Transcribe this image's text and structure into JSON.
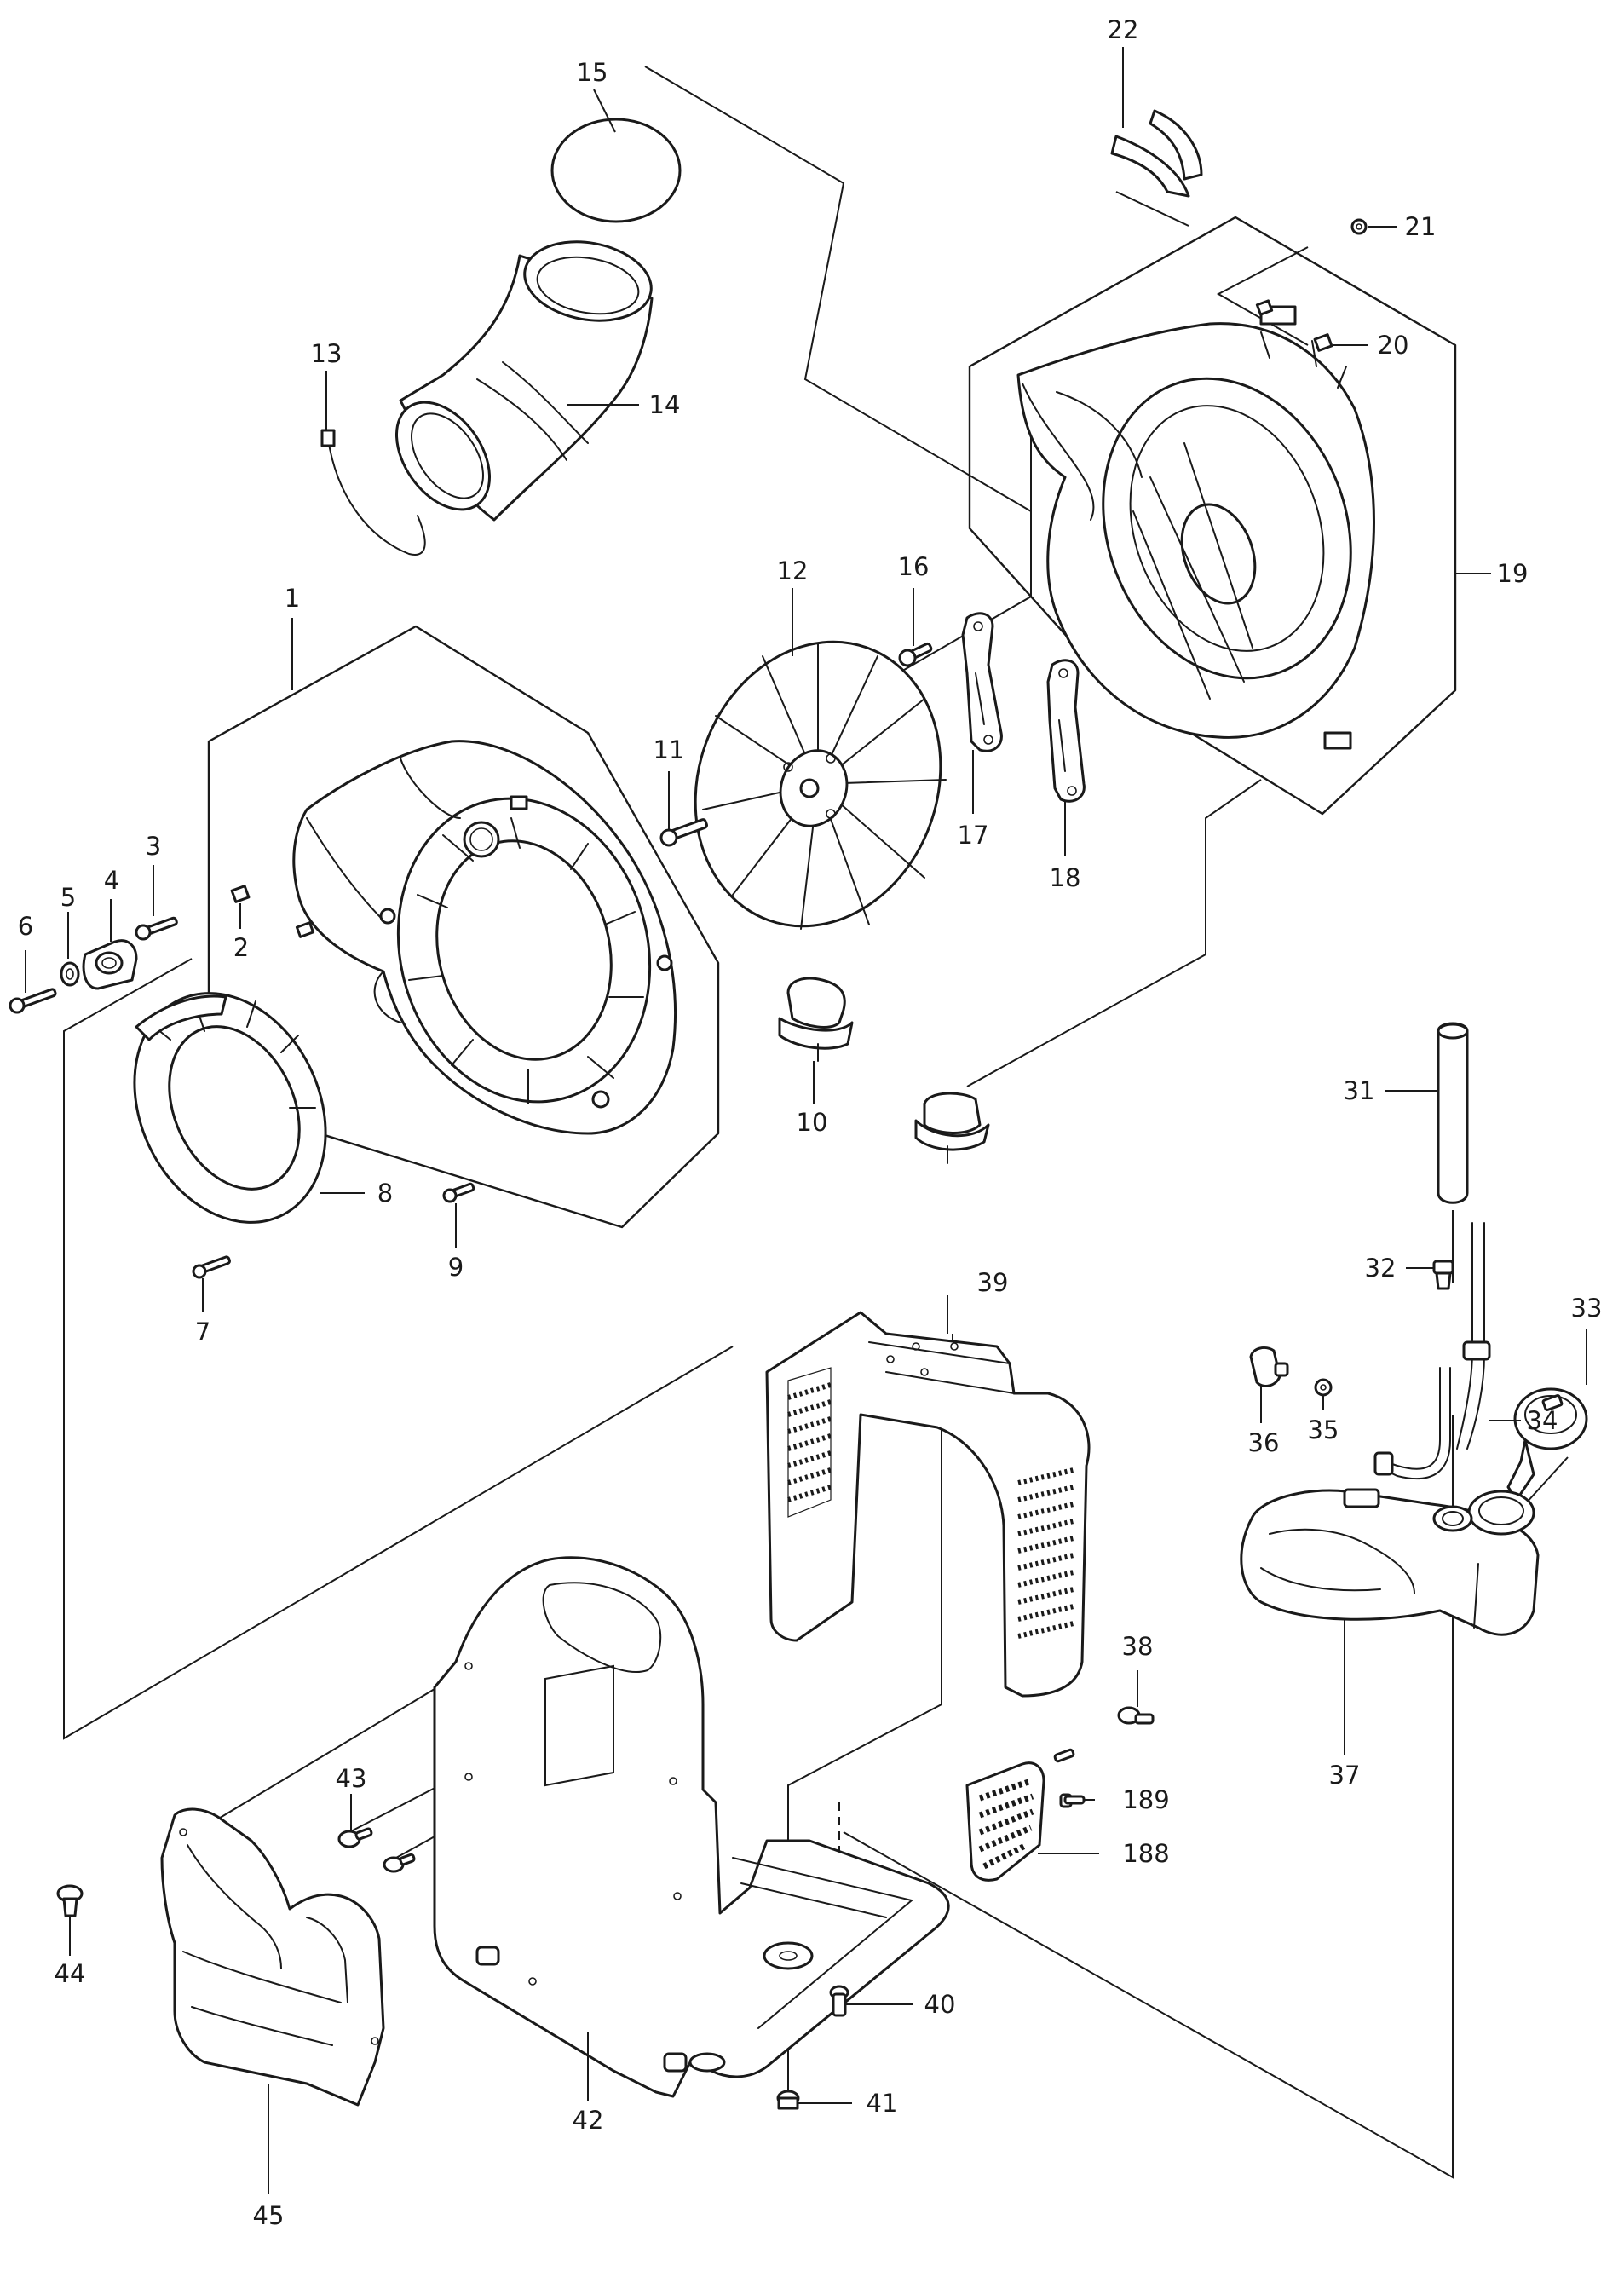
{
  "diagram": {
    "callouts": [
      "1",
      "2",
      "3",
      "4",
      "5",
      "6",
      "7",
      "8",
      "9",
      "10",
      "11",
      "12",
      "13",
      "14",
      "15",
      "16",
      "17",
      "18",
      "19",
      "20",
      "21",
      "22",
      "31",
      "32",
      "33",
      "34",
      "35",
      "36",
      "37",
      "38",
      "39",
      "40",
      "41",
      "42",
      "43",
      "44",
      "45",
      "188",
      "189"
    ]
  }
}
